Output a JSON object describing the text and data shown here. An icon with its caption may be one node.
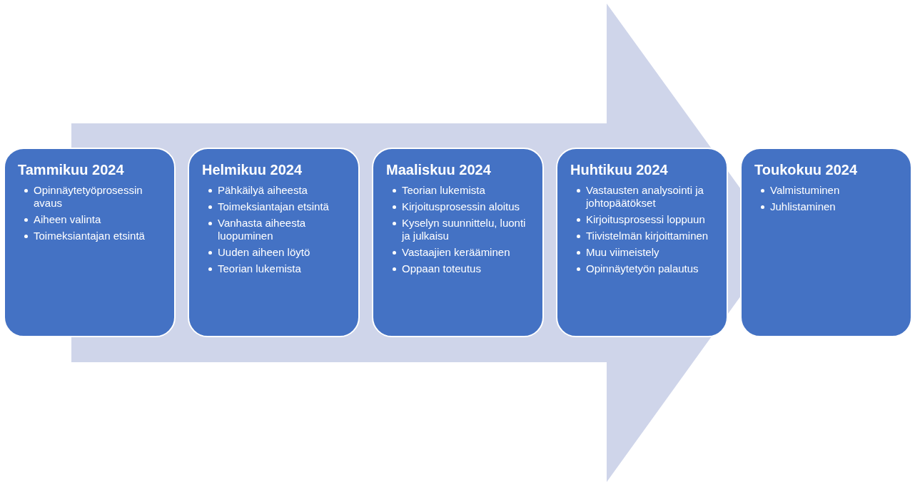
{
  "diagram": {
    "nodes": [
      {
        "text": [
          "Tammikuu 2024",
          "Opinnäytetyöprosessin avaus",
          "Aiheen valinta",
          "Toimeksiantajan etsintä"
        ]
      },
      {
        "text": [
          "Helmikuu 2024",
          "Pähkäilyä aiheesta",
          "Toimeksiantajan etsintä",
          "Vanhasta aiheesta luopuminen",
          "Uuden aiheen löytö",
          "Teorian lukemista"
        ]
      },
      {
        "text": [
          "Maaliskuu 2024",
          "Teorian lukemista",
          "Kirjoitusprosessin aloitus",
          "Kyselyn suunnittelu, luonti ja julkaisu",
          "Vastaajien kerääminen",
          "Oppaan toteutus"
        ]
      },
      {
        "text": [
          "Huhtikuu 2024",
          "Vastausten analysointi ja johtopäätökset",
          "Kirjoitusprosessi loppuun",
          "Tiivistelmän kirjoittaminen",
          "Muu viimeistely",
          "Opinnäytetyön palautus"
        ]
      },
      {
        "text": [
          "Toukokuu 2024",
          "Valmistuminen",
          "Juhlistaminen"
        ]
      }
    ],
    "edges": [
      {
        "from": 0,
        "to": 4,
        "arrow": "to"
      }
    ]
  }
}
